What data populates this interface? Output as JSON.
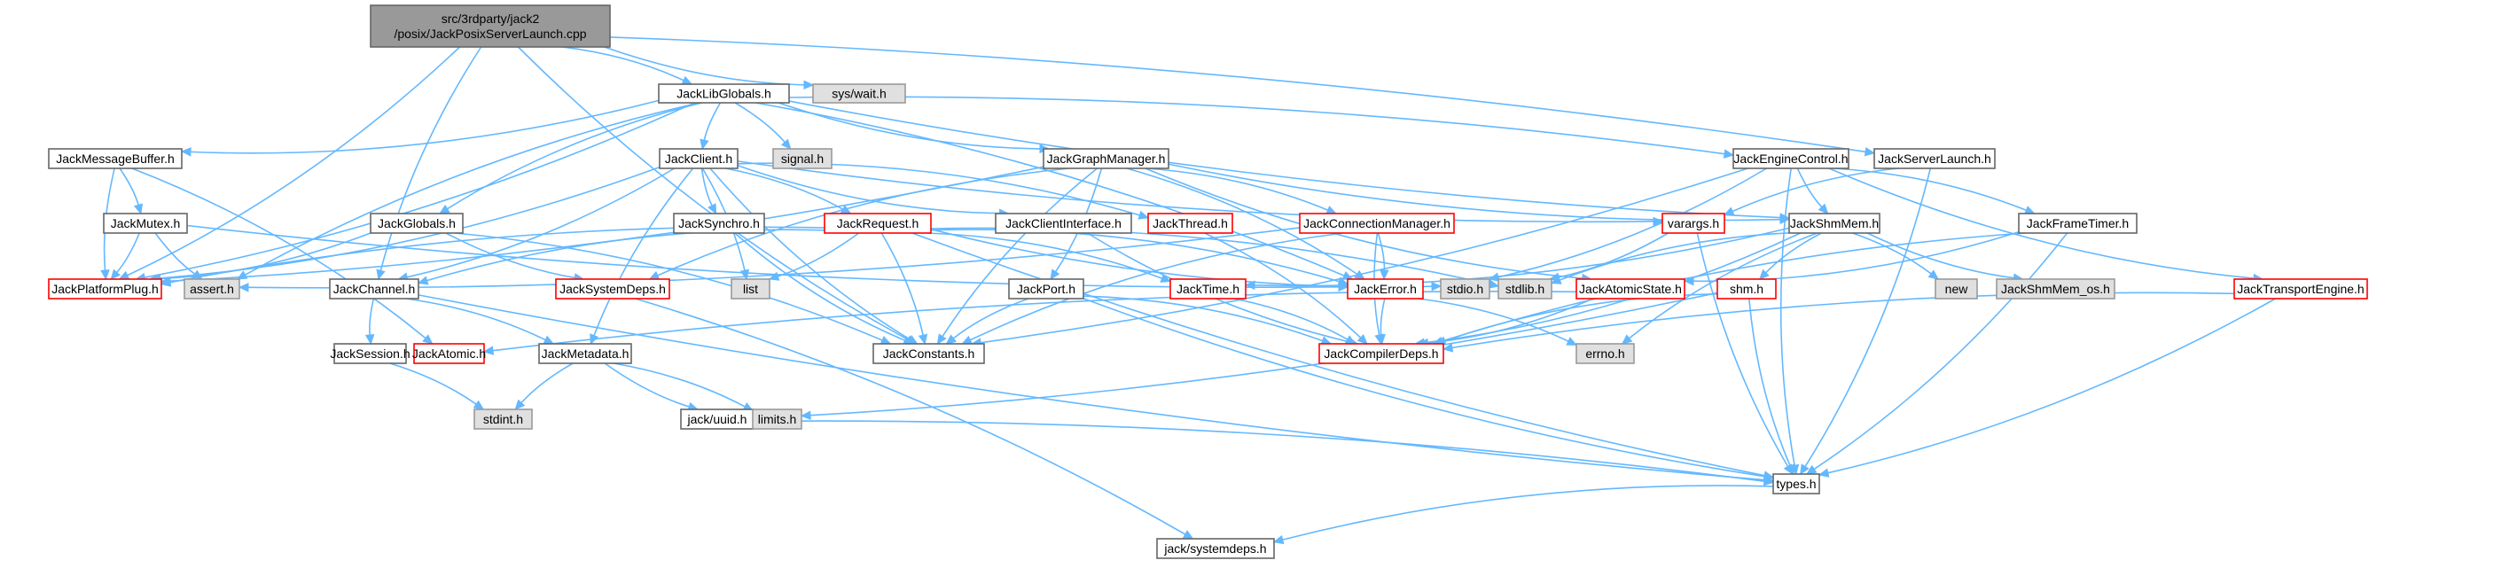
{
  "colors": {
    "edge": "#63b8ff",
    "root_fill": "#999999",
    "root_stroke": "#666666",
    "doc_fill": "#ffffff",
    "doc_stroke": "#666666",
    "ext_fill": "#e0e0e0",
    "ext_stroke": "#999999",
    "trunc_fill": "#ffffff",
    "trunc_stroke": "#ff0000"
  },
  "nodes": [
    {
      "id": "root",
      "lines": [
        "src/3rdparty/jack2",
        "/posix/JackPosixServerLaunch.cpp"
      ],
      "kind": "root"
    },
    {
      "id": "libglobals",
      "lines": [
        "JackLibGlobals.h"
      ],
      "kind": "doc"
    },
    {
      "id": "syswait",
      "lines": [
        "sys/wait.h"
      ],
      "kind": "ext"
    },
    {
      "id": "msgbuffer",
      "lines": [
        "JackMessageBuffer.h"
      ],
      "kind": "doc"
    },
    {
      "id": "client",
      "lines": [
        "JackClient.h"
      ],
      "kind": "doc"
    },
    {
      "id": "signal",
      "lines": [
        "signal.h"
      ],
      "kind": "ext"
    },
    {
      "id": "graphmanager",
      "lines": [
        "JackGraphManager.h"
      ],
      "kind": "doc"
    },
    {
      "id": "enginecontrol",
      "lines": [
        "JackEngineControl.h"
      ],
      "kind": "doc"
    },
    {
      "id": "serverlaunch",
      "lines": [
        "JackServerLaunch.h"
      ],
      "kind": "doc"
    },
    {
      "id": "mutex",
      "lines": [
        "JackMutex.h"
      ],
      "kind": "doc"
    },
    {
      "id": "globals",
      "lines": [
        "JackGlobals.h"
      ],
      "kind": "doc"
    },
    {
      "id": "synchro",
      "lines": [
        "JackSynchro.h"
      ],
      "kind": "doc"
    },
    {
      "id": "request",
      "lines": [
        "JackRequest.h"
      ],
      "kind": "trunc"
    },
    {
      "id": "clientinterface",
      "lines": [
        "JackClientInterface.h"
      ],
      "kind": "doc"
    },
    {
      "id": "thread",
      "lines": [
        "JackThread.h"
      ],
      "kind": "trunc"
    },
    {
      "id": "connmanager",
      "lines": [
        "JackConnectionManager.h"
      ],
      "kind": "trunc"
    },
    {
      "id": "varargs",
      "lines": [
        "varargs.h"
      ],
      "kind": "trunc"
    },
    {
      "id": "shmmem",
      "lines": [
        "JackShmMem.h"
      ],
      "kind": "doc"
    },
    {
      "id": "frametimer",
      "lines": [
        "JackFrameTimer.h"
      ],
      "kind": "doc"
    },
    {
      "id": "platformplug",
      "lines": [
        "JackPlatformPlug.h"
      ],
      "kind": "trunc"
    },
    {
      "id": "assert",
      "lines": [
        "assert.h"
      ],
      "kind": "ext"
    },
    {
      "id": "channel",
      "lines": [
        "JackChannel.h"
      ],
      "kind": "doc"
    },
    {
      "id": "systemdeps",
      "lines": [
        "JackSystemDeps.h"
      ],
      "kind": "trunc"
    },
    {
      "id": "list",
      "lines": [
        "list"
      ],
      "kind": "ext"
    },
    {
      "id": "port",
      "lines": [
        "JackPort.h"
      ],
      "kind": "doc"
    },
    {
      "id": "time",
      "lines": [
        "JackTime.h"
      ],
      "kind": "trunc"
    },
    {
      "id": "error",
      "lines": [
        "JackError.h"
      ],
      "kind": "trunc"
    },
    {
      "id": "stdio",
      "lines": [
        "stdio.h"
      ],
      "kind": "ext"
    },
    {
      "id": "stdlib",
      "lines": [
        "stdlib.h"
      ],
      "kind": "ext"
    },
    {
      "id": "atomicstate",
      "lines": [
        "JackAtomicState.h"
      ],
      "kind": "trunc"
    },
    {
      "id": "shm",
      "lines": [
        "shm.h"
      ],
      "kind": "trunc"
    },
    {
      "id": "new",
      "lines": [
        "new"
      ],
      "kind": "ext"
    },
    {
      "id": "shmmemos",
      "lines": [
        "JackShmMem_os.h"
      ],
      "kind": "ext"
    },
    {
      "id": "transport",
      "lines": [
        "JackTransportEngine.h"
      ],
      "kind": "trunc"
    },
    {
      "id": "session",
      "lines": [
        "JackSession.h"
      ],
      "kind": "doc"
    },
    {
      "id": "atomic",
      "lines": [
        "JackAtomic.h"
      ],
      "kind": "trunc"
    },
    {
      "id": "metadata",
      "lines": [
        "JackMetadata.h"
      ],
      "kind": "doc"
    },
    {
      "id": "constants",
      "lines": [
        "JackConstants.h"
      ],
      "kind": "doc"
    },
    {
      "id": "compilerdeps",
      "lines": [
        "JackCompilerDeps.h"
      ],
      "kind": "trunc"
    },
    {
      "id": "errno",
      "lines": [
        "errno.h"
      ],
      "kind": "ext"
    },
    {
      "id": "stdint",
      "lines": [
        "stdint.h"
      ],
      "kind": "ext"
    },
    {
      "id": "uuid",
      "lines": [
        "jack/uuid.h"
      ],
      "kind": "doc"
    },
    {
      "id": "limits",
      "lines": [
        "limits.h"
      ],
      "kind": "ext"
    },
    {
      "id": "types",
      "lines": [
        "types.h"
      ],
      "kind": "doc"
    },
    {
      "id": "jsystemdeps",
      "lines": [
        "jack/systemdeps.h"
      ],
      "kind": "doc"
    }
  ],
  "edges": [
    [
      "root",
      "libglobals"
    ],
    [
      "root",
      "syswait"
    ],
    [
      "root",
      "serverlaunch"
    ],
    [
      "root",
      "channel"
    ],
    [
      "root",
      "platformplug"
    ],
    [
      "root",
      "constants"
    ],
    [
      "libglobals",
      "msgbuffer"
    ],
    [
      "libglobals",
      "client"
    ],
    [
      "libglobals",
      "signal"
    ],
    [
      "libglobals",
      "graphmanager"
    ],
    [
      "libglobals",
      "enginecontrol"
    ],
    [
      "libglobals",
      "globals"
    ],
    [
      "libglobals",
      "platformplug"
    ],
    [
      "libglobals",
      "shmmem"
    ],
    [
      "libglobals",
      "error"
    ],
    [
      "libglobals",
      "assert"
    ],
    [
      "msgbuffer",
      "mutex"
    ],
    [
      "msgbuffer",
      "platformplug"
    ],
    [
      "msgbuffer",
      "atomic"
    ],
    [
      "mutex",
      "assert"
    ],
    [
      "mutex",
      "platformplug"
    ],
    [
      "mutex",
      "error"
    ],
    [
      "client",
      "request"
    ],
    [
      "client",
      "clientinterface"
    ],
    [
      "client",
      "thread"
    ],
    [
      "client",
      "synchro"
    ],
    [
      "client",
      "channel"
    ],
    [
      "client",
      "metadata"
    ],
    [
      "client",
      "platformplug"
    ],
    [
      "client",
      "varargs"
    ],
    [
      "client",
      "list"
    ],
    [
      "client",
      "constants"
    ],
    [
      "globals",
      "platformplug"
    ],
    [
      "globals",
      "systemdeps"
    ],
    [
      "globals",
      "constants"
    ],
    [
      "synchro",
      "constants"
    ],
    [
      "request",
      "constants"
    ],
    [
      "request",
      "platformplug"
    ],
    [
      "request",
      "time"
    ],
    [
      "request",
      "types"
    ],
    [
      "request",
      "list"
    ],
    [
      "request",
      "stdio"
    ],
    [
      "request",
      "error"
    ],
    [
      "request",
      "channel"
    ],
    [
      "request",
      "stdlib"
    ],
    [
      "clientinterface",
      "compilerdeps"
    ],
    [
      "thread",
      "compilerdeps"
    ],
    [
      "graphmanager",
      "shmmem"
    ],
    [
      "graphmanager",
      "connmanager"
    ],
    [
      "graphmanager",
      "constants"
    ],
    [
      "graphmanager",
      "port"
    ],
    [
      "graphmanager",
      "systemdeps"
    ],
    [
      "graphmanager",
      "platformplug"
    ],
    [
      "graphmanager",
      "atomicstate"
    ],
    [
      "graphmanager",
      "error"
    ],
    [
      "connmanager",
      "constants"
    ],
    [
      "connmanager",
      "error"
    ],
    [
      "connmanager",
      "compilerdeps"
    ],
    [
      "connmanager",
      "assert"
    ],
    [
      "varargs",
      "types"
    ],
    [
      "varargs",
      "stdlib"
    ],
    [
      "enginecontrol",
      "shmmem"
    ],
    [
      "enginecontrol",
      "frametimer"
    ],
    [
      "enginecontrol",
      "transport"
    ],
    [
      "enginecontrol",
      "constants"
    ],
    [
      "enginecontrol",
      "types"
    ],
    [
      "enginecontrol",
      "stdio"
    ],
    [
      "serverlaunch",
      "varargs"
    ],
    [
      "serverlaunch",
      "types"
    ],
    [
      "shmmem",
      "shm"
    ],
    [
      "shmmem",
      "new"
    ],
    [
      "shmmem",
      "shmmemos"
    ],
    [
      "shmmem",
      "compilerdeps"
    ],
    [
      "shmmem",
      "errno"
    ],
    [
      "shmmem",
      "time"
    ],
    [
      "shmmem",
      "stdlib"
    ],
    [
      "frametimer",
      "atomicstate"
    ],
    [
      "frametimer",
      "compilerdeps"
    ],
    [
      "frametimer",
      "types"
    ],
    [
      "transport",
      "compilerdeps"
    ],
    [
      "transport",
      "types"
    ],
    [
      "channel",
      "session"
    ],
    [
      "channel",
      "metadata"
    ],
    [
      "channel",
      "types"
    ],
    [
      "systemdeps",
      "jsystemdeps"
    ],
    [
      "port",
      "constants"
    ],
    [
      "port",
      "compilerdeps"
    ],
    [
      "port",
      "types"
    ],
    [
      "time",
      "compilerdeps"
    ],
    [
      "error",
      "compilerdeps"
    ],
    [
      "error",
      "errno"
    ],
    [
      "atomicstate",
      "atomic"
    ],
    [
      "atomicstate",
      "compilerdeps"
    ],
    [
      "shm",
      "types"
    ],
    [
      "shm",
      "limits"
    ],
    [
      "shm",
      "compilerdeps"
    ],
    [
      "session",
      "stdint"
    ],
    [
      "metadata",
      "uuid"
    ],
    [
      "metadata",
      "limits"
    ],
    [
      "metadata",
      "stdint"
    ],
    [
      "uuid",
      "types"
    ],
    [
      "types",
      "jsystemdeps"
    ]
  ]
}
